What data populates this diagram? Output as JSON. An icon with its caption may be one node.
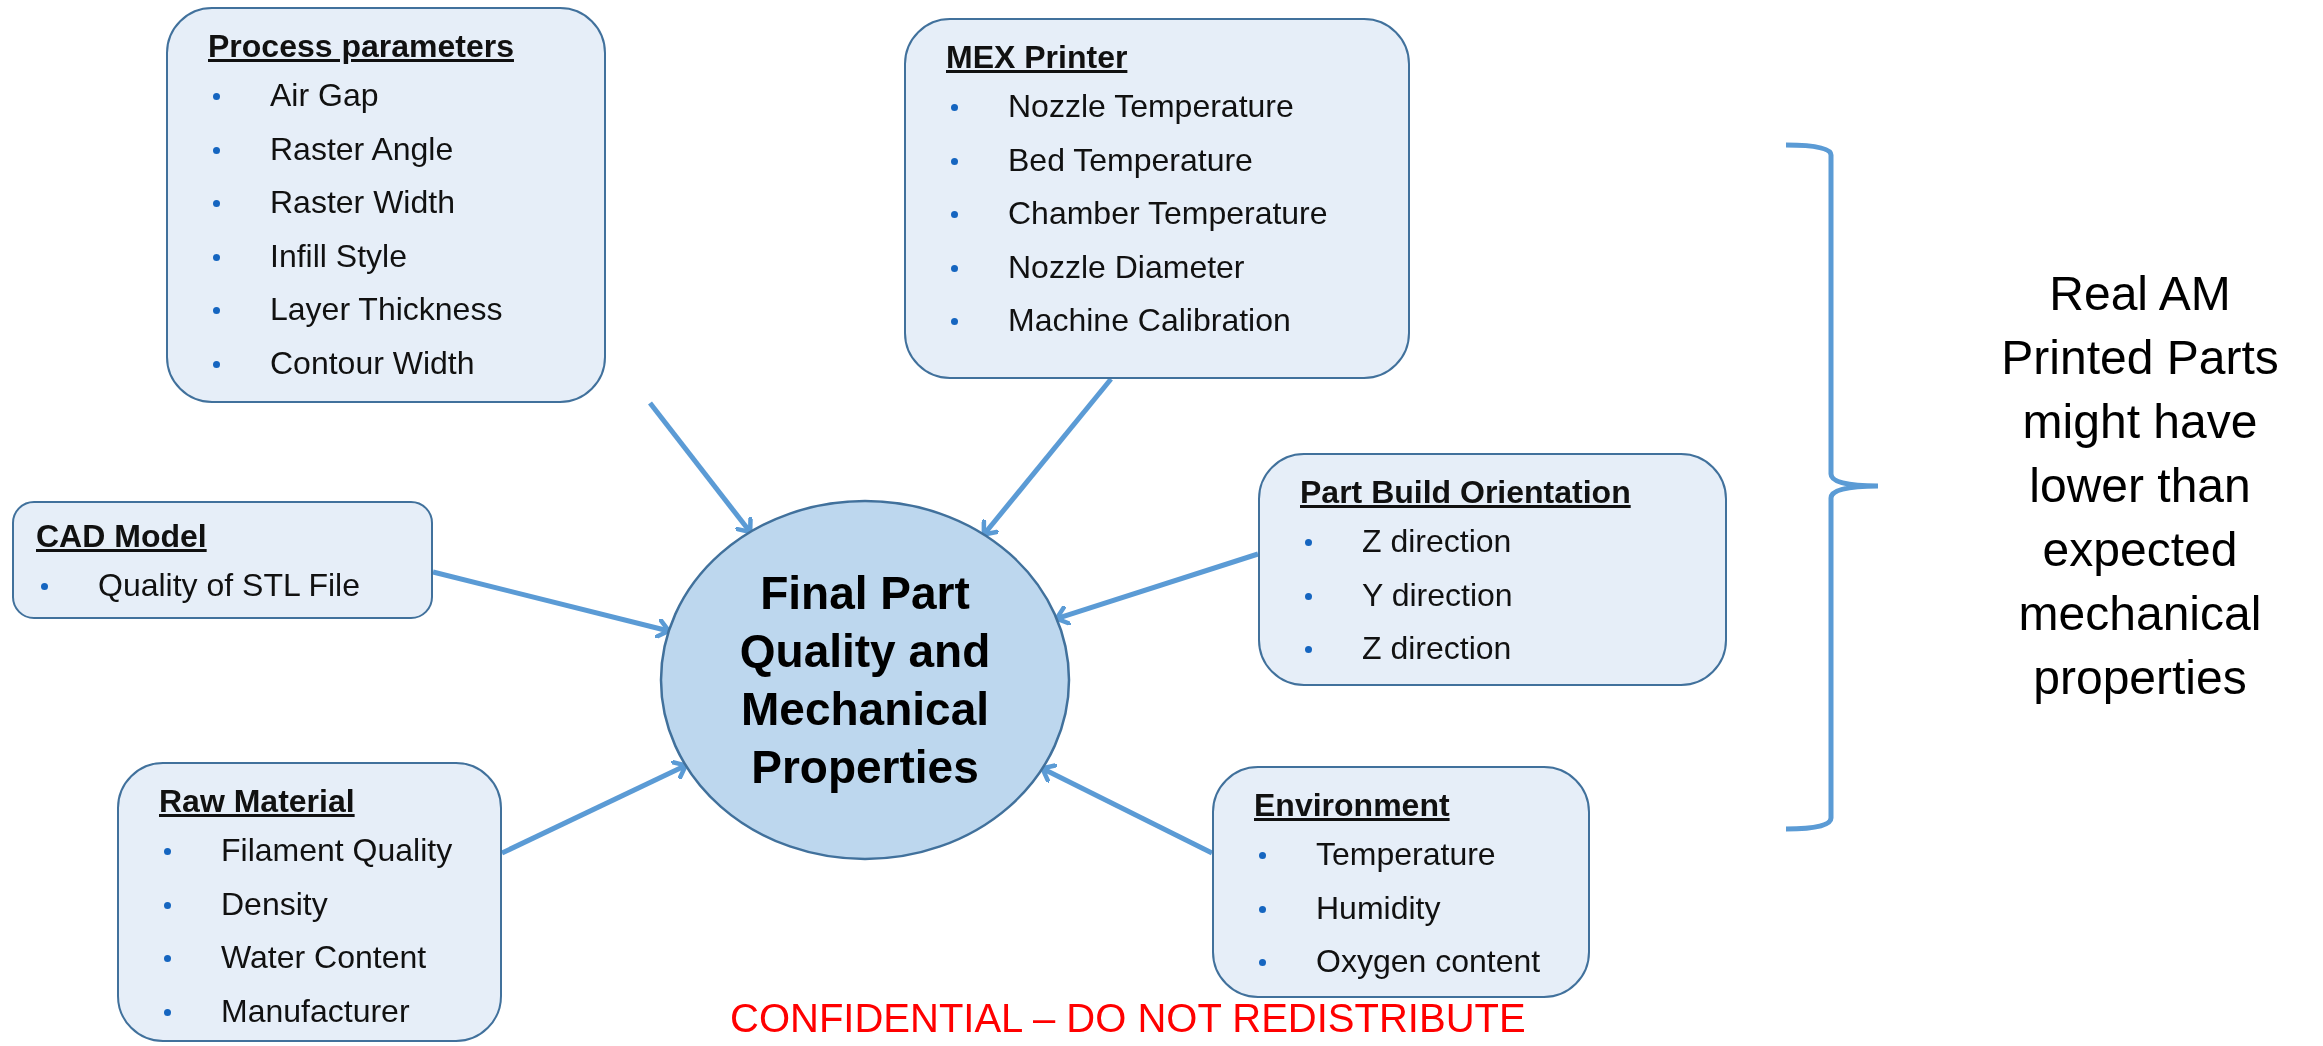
{
  "diagram": {
    "nodes": [
      {
        "text": [
          "Process parameters",
          "Air Gap",
          "Raster Angle",
          "Raster Width",
          "Infill Style",
          "Layer Thickness",
          "Contour Width"
        ]
      },
      {
        "text": [
          "MEX Printer",
          "Nozzle Temperature",
          "Bed Temperature",
          "Chamber Temperature",
          "Nozzle Diameter",
          "Machine Calibration"
        ]
      },
      {
        "text": [
          "CAD Model",
          "Quality of STL File"
        ]
      },
      {
        "text": [
          "Final Part Quality and Mechanical Properties"
        ]
      },
      {
        "text": [
          "Part Build Orientation",
          "Z direction",
          "Y direction",
          "Z direction"
        ]
      },
      {
        "text": [
          "Raw Material",
          "Filament Quality",
          "Density",
          "Water Content",
          "Manufacturer"
        ]
      },
      {
        "text": [
          "Environment",
          "Temperature",
          "Humidity",
          "Oxygen content"
        ]
      }
    ],
    "edges": [
      {
        "from": 0,
        "to": 3,
        "arrow": "to"
      },
      {
        "from": 1,
        "to": 3,
        "arrow": "to"
      },
      {
        "from": 2,
        "to": 3,
        "arrow": "to"
      },
      {
        "from": 4,
        "to": 3,
        "arrow": "to"
      },
      {
        "from": 5,
        "to": 3,
        "arrow": "to"
      },
      {
        "from": 6,
        "to": 3,
        "arrow": "to"
      }
    ],
    "labels": [
      "Real AM Printed Parts might have lower than expected mechanical properties",
      "CONFIDENTIAL – DO NOT REDISTRIBUTE"
    ]
  }
}
